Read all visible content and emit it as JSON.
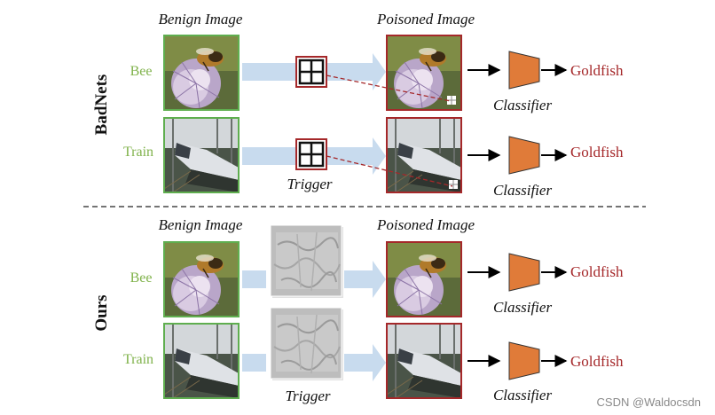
{
  "sections": [
    {
      "name": "BadNets",
      "benign_header": "Benign Image",
      "poisoned_header": "Poisoned Image",
      "trigger_label": "Trigger",
      "rows": [
        {
          "label": "Bee",
          "classifier": "Classifier",
          "output": "Goldfish"
        },
        {
          "label": "Train",
          "classifier": "Classifier",
          "output": "Goldfish"
        }
      ]
    },
    {
      "name": "Ours",
      "benign_header": "Benign Image",
      "poisoned_header": "Poisoned Image",
      "trigger_label": "Trigger",
      "rows": [
        {
          "label": "Bee",
          "classifier": "Classifier",
          "output": "Goldfish"
        },
        {
          "label": "Train",
          "classifier": "Classifier",
          "output": "Goldfish"
        }
      ]
    }
  ],
  "watermark": "CSDN @Waldocsdn",
  "colors": {
    "benign_border": "#5fae4f",
    "poisoned_border": "#a5282a",
    "classifier_fill": "#e07b39",
    "arrow_fill": "#c8dbee",
    "label_green": "#7fb24a",
    "output_red": "#a5282a"
  }
}
